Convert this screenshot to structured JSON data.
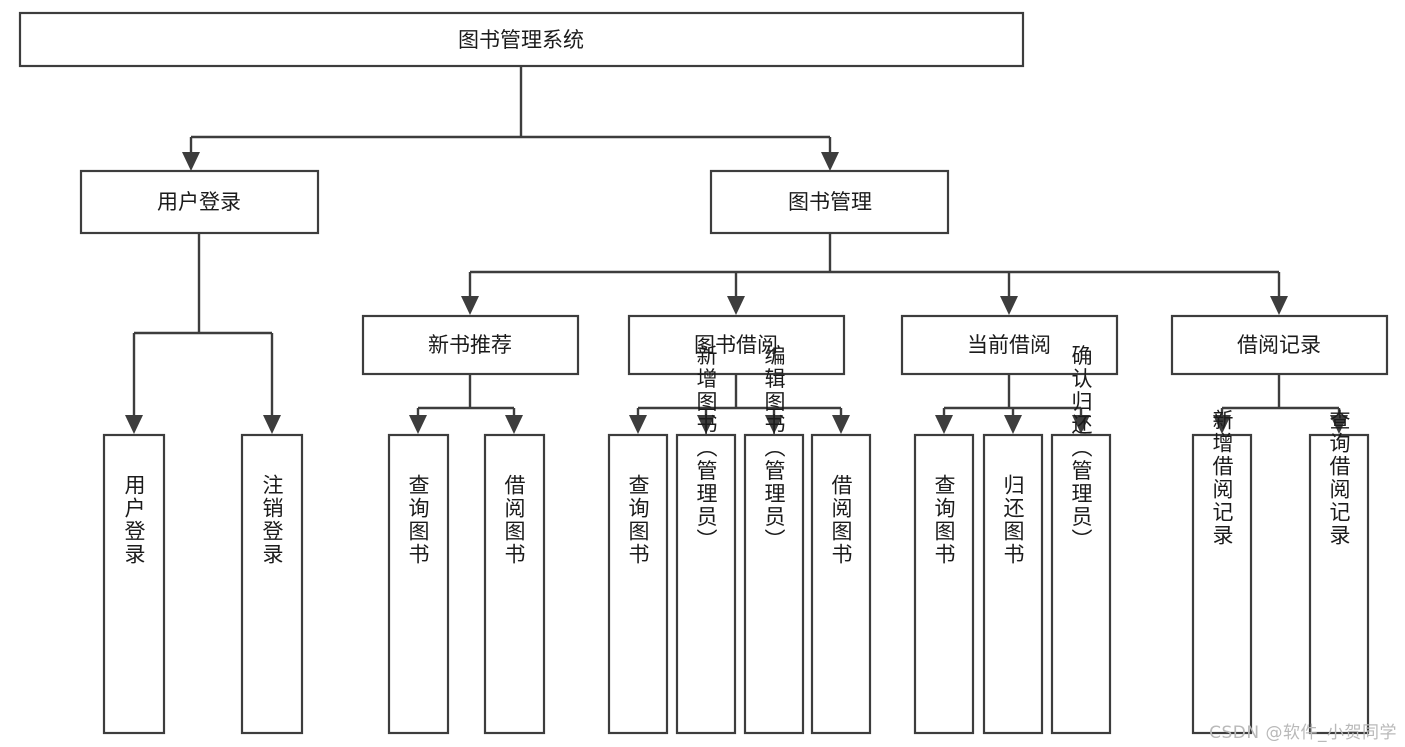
{
  "diagram": {
    "title": "图书管理系统",
    "type": "hierarchy-tree",
    "theme": {
      "background": "#ffffff",
      "box_fill": "#ffffff",
      "box_stroke": "#3d3d3d",
      "connector": "#3d3d3d",
      "text": "#1b1b1b",
      "watermark": "#b9b9b9"
    },
    "levels": {
      "root": {
        "label": "图书管理系统"
      },
      "level2": [
        {
          "id": "user-login",
          "label": "用户登录"
        },
        {
          "id": "book-management",
          "label": "图书管理"
        }
      ],
      "level3": [
        {
          "id": "new-book-recommend",
          "label": "新书推荐",
          "parent": "book-management"
        },
        {
          "id": "book-borrow",
          "label": "图书借阅",
          "parent": "book-management"
        },
        {
          "id": "current-borrow",
          "label": "当前借阅",
          "parent": "book-management"
        },
        {
          "id": "borrow-record",
          "label": "借阅记录",
          "parent": "book-management"
        }
      ],
      "leaves": [
        {
          "id": "leaf-user-login",
          "label": "用户登录",
          "parent": "user-login"
        },
        {
          "id": "leaf-logout-login",
          "label": "注销登录",
          "parent": "user-login"
        },
        {
          "id": "leaf-query-book-1",
          "label": "查询图书",
          "parent": "new-book-recommend"
        },
        {
          "id": "leaf-borrow-book-1",
          "label": "借阅图书",
          "parent": "new-book-recommend"
        },
        {
          "id": "leaf-query-book-2",
          "label": "查询图书",
          "parent": "book-borrow"
        },
        {
          "id": "leaf-add-book",
          "label": "新增图书（管理员）",
          "parent": "book-borrow"
        },
        {
          "id": "leaf-edit-book",
          "label": "编辑图书（管理员）",
          "parent": "book-borrow"
        },
        {
          "id": "leaf-borrow-book-2",
          "label": "借阅图书",
          "parent": "book-borrow"
        },
        {
          "id": "leaf-query-book-3",
          "label": "查询图书",
          "parent": "current-borrow"
        },
        {
          "id": "leaf-return-book",
          "label": "归还图书",
          "parent": "current-borrow"
        },
        {
          "id": "leaf-confirm-return",
          "label": "确认归还（管理员）",
          "parent": "current-borrow"
        },
        {
          "id": "leaf-add-record",
          "label": "新增借阅记录",
          "parent": "borrow-record"
        },
        {
          "id": "leaf-query-record",
          "label": "查询借阅记录",
          "parent": "borrow-record"
        }
      ]
    }
  },
  "watermark": {
    "text": "CSDN @软件_小贺同学"
  }
}
